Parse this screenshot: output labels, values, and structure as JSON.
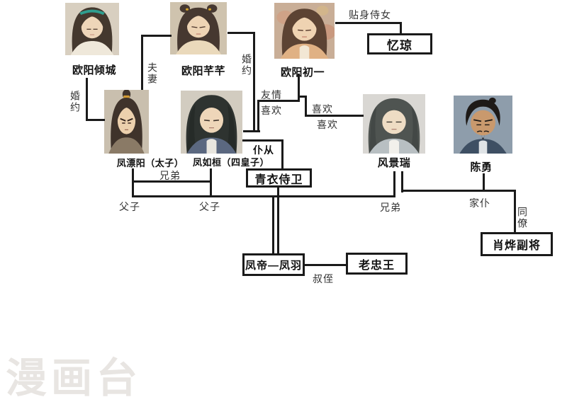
{
  "page": {
    "background": "#ffffff"
  },
  "colors": {
    "line": "#1a1a1a",
    "name_text": "#111111",
    "relation_text": "#333333",
    "watermark": "#e8e5e2"
  },
  "watermark": {
    "text": "漫画台"
  },
  "characters": [
    {
      "id": "ouyang-qingcheng",
      "name": "欧阳倾城"
    },
    {
      "id": "ouyang-qianqian",
      "name": "欧阳芊芊"
    },
    {
      "id": "ouyang-chuyi",
      "name": "欧阳初一"
    },
    {
      "id": "feng-piaoyang",
      "name": "凤漂阳（太子）"
    },
    {
      "id": "feng-ruhuan",
      "name": "凤如桓（四皇子）"
    },
    {
      "id": "feng-jingrui",
      "name": "风景瑞"
    },
    {
      "id": "chen-yong",
      "name": "陈勇"
    }
  ],
  "boxes": [
    {
      "id": "yiqiong",
      "label": "忆琼"
    },
    {
      "id": "qingyi-shiwei",
      "label": "青衣侍卫"
    },
    {
      "id": "fengdi-fengyu",
      "label": "凤帝—凤羽"
    },
    {
      "id": "laozhongwang",
      "label": "老忠王"
    },
    {
      "id": "xiaoye-fujiang",
      "label": "肖烨副将"
    }
  ],
  "relations": [
    {
      "id": "tieshen-shinv",
      "label": "贴身侍女"
    },
    {
      "id": "fuqi",
      "label": "夫妻"
    },
    {
      "id": "hunyue-left",
      "label": "婚约"
    },
    {
      "id": "hunyue-right",
      "label": "婚约"
    },
    {
      "id": "youqing",
      "label": "友情"
    },
    {
      "id": "xihuan-1",
      "label": "喜欢"
    },
    {
      "id": "xihuan-2",
      "label": "喜欢"
    },
    {
      "id": "xihuan-3",
      "label": "喜欢"
    },
    {
      "id": "pucong",
      "label": "仆从"
    },
    {
      "id": "xiongdi-princes",
      "label": "兄弟"
    },
    {
      "id": "fuzi-1",
      "label": "父子"
    },
    {
      "id": "fuzi-2",
      "label": "父子"
    },
    {
      "id": "xiongdi-right",
      "label": "兄弟"
    },
    {
      "id": "jiapu",
      "label": "家仆"
    },
    {
      "id": "tongliao",
      "label": "同僚"
    },
    {
      "id": "shuzhi",
      "label": "叔侄"
    }
  ]
}
